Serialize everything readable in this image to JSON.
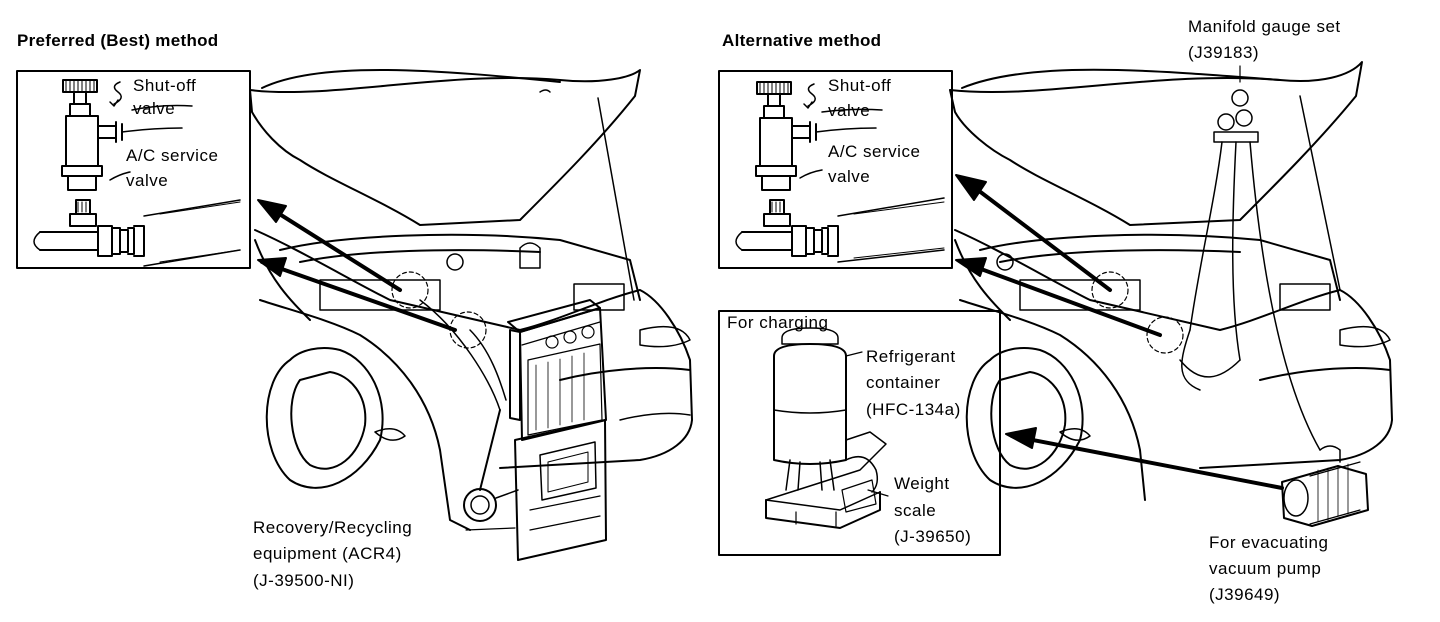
{
  "left_panel": {
    "heading": "Preferred (Best) method",
    "inset": {
      "shutoff_valve": [
        "Shut-off",
        "valve"
      ],
      "service_valve": [
        "A/C service",
        "valve"
      ]
    },
    "equipment": [
      "Recovery/Recycling",
      "equipment (ACR4)",
      "(J-39500-NI)"
    ]
  },
  "right_panel": {
    "heading": "Alternative method",
    "inset": {
      "shutoff_valve": [
        "Shut-off",
        "valve"
      ],
      "service_valve": [
        "A/C service",
        "valve"
      ]
    },
    "manifold": [
      "Manifold gauge set",
      "(J39183)"
    ],
    "charging": {
      "title": "For charging",
      "container": [
        "Refrigerant",
        "container",
        "(HFC-134a)"
      ],
      "scale": [
        "Weight",
        "scale",
        "(J-39650)"
      ]
    },
    "vacuum": [
      "For evacuating",
      "vacuum pump",
      "(J39649)"
    ]
  }
}
